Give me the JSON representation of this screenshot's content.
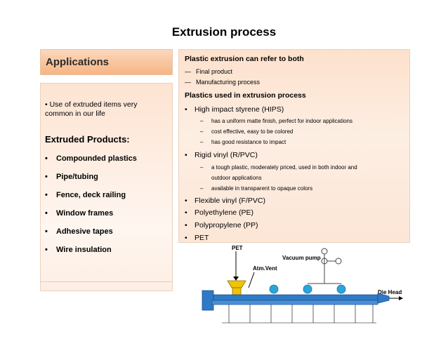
{
  "title": "Extrusion process",
  "left": {
    "heading": "Applications",
    "intro": "• Use of extruded items very common in our life",
    "subheading": "Extruded Products:",
    "bullet": "•",
    "items": [
      "Compounded plastics",
      "Pipe/tubing",
      "Fence, deck railing",
      "Window frames",
      "Adhesive tapes",
      "Wire insulation"
    ]
  },
  "right": {
    "h1": "Plastic extrusion can refer to both",
    "h1_items": [
      "Final product",
      "Manufacturing process"
    ],
    "h2": "Plastics used in extrusion process",
    "dash": "—",
    "subdash": "–",
    "bullet": "•",
    "hips": "High impact styrene (HIPS)",
    "hips_notes": [
      "has a uniform matte finish, perfect for indoor applications",
      "cost effective, easy to be colored",
      "has good resistance to impact"
    ],
    "rpvc": "Rigid vinyl (R/PVC)",
    "rpvc_notes": [
      "a tough plastic, moderately priced, used in both indoor and",
      "outdoor applications",
      "available in transparent to opaque colors"
    ],
    "others": [
      "Flexible vinyl (F/PVC)",
      "Polyethylene (PE)",
      "Polypropylene (PP)",
      "PET"
    ]
  },
  "diagram": {
    "pet_label": "PET",
    "vacuum_label": "Vacuum pump",
    "atm_label": "Atm.Vent",
    "die_label": "Die Head",
    "colors": {
      "barrel": "#2e7ac7",
      "hopper": "#f2c300",
      "pump": "#29a6d9"
    }
  }
}
